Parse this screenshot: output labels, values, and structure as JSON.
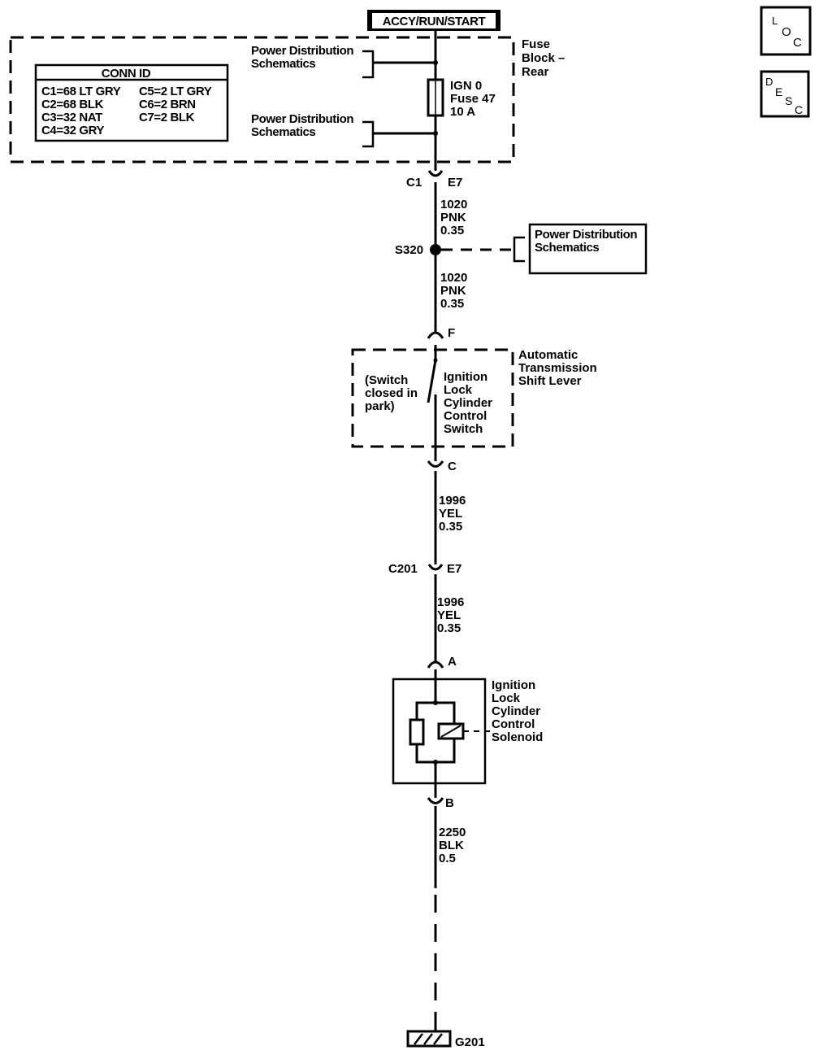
{
  "power_source": "ACCY/RUN/START",
  "conn_id": {
    "title": "CONN ID",
    "left": [
      "C1=68 LT GRY",
      "C2=68 BLK",
      "C3=32 NAT",
      "C4=32 GRY"
    ],
    "right": [
      "C5=2 LT GRY",
      "C6=2 BRN",
      "C7=2 BLK"
    ]
  },
  "fuse_block": {
    "lines": [
      "Fuse",
      "Block –",
      "Rear"
    ]
  },
  "power_dist_ref": [
    "Power Distribution",
    "Schematics"
  ],
  "fuse": {
    "lines": [
      "IGN 0",
      "Fuse 47",
      "10 A"
    ]
  },
  "connectors": {
    "c1": "C1",
    "c1_pin": "E7",
    "pin_f": "F",
    "pin_c": "C",
    "c201": "C201",
    "c201_pin": "E7",
    "pin_a": "A",
    "pin_b": "B"
  },
  "splice": "S320",
  "wires": {
    "w1": [
      "1020",
      "PNK",
      "0.35"
    ],
    "w2": [
      "1020",
      "PNK",
      "0.35"
    ],
    "w3": [
      "1996",
      "YEL",
      "0.35"
    ],
    "w4": [
      "1996",
      "YEL",
      "0.35"
    ],
    "w5": [
      "2250",
      "BLK",
      "0.5"
    ]
  },
  "shift_lever": {
    "title": [
      "Automatic",
      "Transmission",
      "Shift Lever"
    ],
    "switch_note": [
      "(Switch",
      "closed in",
      "park)"
    ],
    "switch_label": [
      "Ignition",
      "Lock",
      "Cylinder",
      "Control",
      "Switch"
    ]
  },
  "solenoid": {
    "label": [
      "Ignition",
      "Lock",
      "Cylinder",
      "Control",
      "Solenoid"
    ]
  },
  "ground": "G201",
  "nav": {
    "loc": [
      "L",
      "O",
      "C"
    ],
    "desc": [
      "D",
      "E",
      "S",
      "C"
    ]
  }
}
